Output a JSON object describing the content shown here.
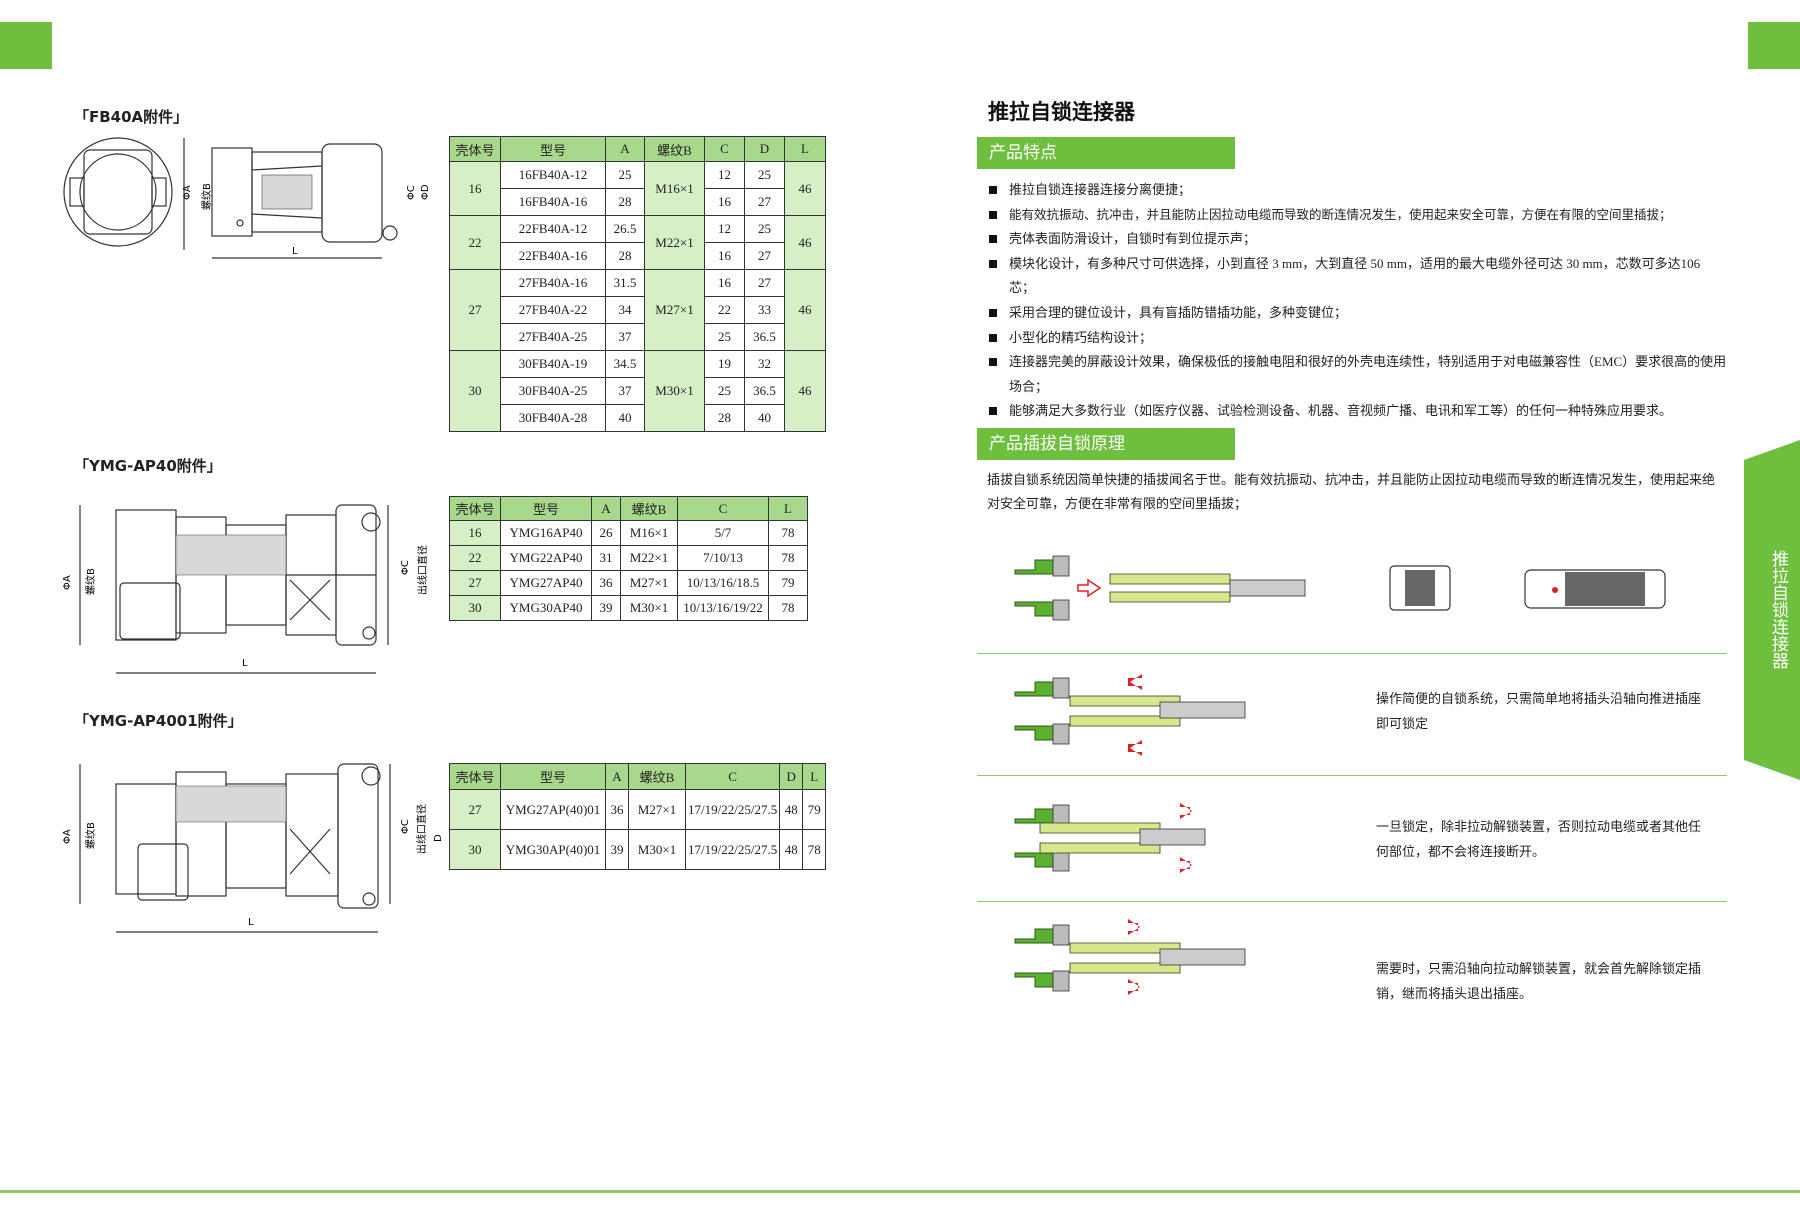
{
  "colors": {
    "accent": "#6fbf3f",
    "header_fill": "#a8d88c",
    "cell_fill": "#d7efc6"
  },
  "left": {
    "sections": [
      {
        "title": "「FB40A附件」",
        "drawing_labels": {
          "phi_a": "ΦA",
          "thread_b": "螺纹B",
          "phi_c": "ΦC",
          "phi_d": "ΦD",
          "l": "L"
        },
        "headers": [
          "壳体号",
          "型号",
          "A",
          "螺纹B",
          "C",
          "D",
          "L"
        ],
        "groups": [
          {
            "shell": "16",
            "thread": "M16×1",
            "l": "46",
            "rows": [
              [
                "16FB40A-12",
                "25",
                "12",
                "25"
              ],
              [
                "16FB40A-16",
                "28",
                "16",
                "27"
              ]
            ]
          },
          {
            "shell": "22",
            "thread": "M22×1",
            "l": "46",
            "rows": [
              [
                "22FB40A-12",
                "26.5",
                "12",
                "25"
              ],
              [
                "22FB40A-16",
                "28",
                "16",
                "27"
              ]
            ]
          },
          {
            "shell": "27",
            "thread": "M27×1",
            "l": "46",
            "rows": [
              [
                "27FB40A-16",
                "31.5",
                "16",
                "27"
              ],
              [
                "27FB40A-22",
                "34",
                "22",
                "33"
              ],
              [
                "27FB40A-25",
                "37",
                "25",
                "36.5"
              ]
            ]
          },
          {
            "shell": "30",
            "thread": "M30×1",
            "l": "46",
            "rows": [
              [
                "30FB40A-19",
                "34.5",
                "19",
                "32"
              ],
              [
                "30FB40A-25",
                "37",
                "25",
                "36.5"
              ],
              [
                "30FB40A-28",
                "40",
                "28",
                "40"
              ]
            ]
          }
        ]
      },
      {
        "title": "「YMG-AP40附件」",
        "drawing_labels": {
          "phi_a": "ΦA",
          "thread_b": "螺纹B",
          "phi_c": "ΦC",
          "outlet": "出线口直径",
          "l": "L"
        },
        "headers": [
          "壳体号",
          "型号",
          "A",
          "螺纹B",
          "C",
          "L"
        ],
        "rows": [
          [
            "16",
            "YMG16AP40",
            "26",
            "M16×1",
            "5/7",
            "78"
          ],
          [
            "22",
            "YMG22AP40",
            "31",
            "M22×1",
            "7/10/13",
            "78"
          ],
          [
            "27",
            "YMG27AP40",
            "36",
            "M27×1",
            "10/13/16/18.5",
            "79"
          ],
          [
            "30",
            "YMG30AP40",
            "39",
            "M30×1",
            "10/13/16/19/22",
            "78"
          ]
        ]
      },
      {
        "title": "「YMG-AP4001附件」",
        "drawing_labels": {
          "phi_a": "ΦA",
          "thread_b": "螺纹B",
          "phi_c": "ΦC",
          "outlet": "出线口直径",
          "d": "D",
          "l": "L"
        },
        "headers": [
          "壳体号",
          "型号",
          "A",
          "螺纹B",
          "C",
          "D",
          "L"
        ],
        "rows": [
          [
            "27",
            "YMG27AP(40)01",
            "36",
            "M27×1",
            "17/19/22/25/27.5",
            "48",
            "79"
          ],
          [
            "30",
            "YMG30AP(40)01",
            "39",
            "M30×1",
            "17/19/22/25/27.5",
            "48",
            "78"
          ]
        ]
      }
    ]
  },
  "right": {
    "page_title": "推拉自锁连接器",
    "features_heading": "产品特点",
    "features": [
      "推拉自锁连接器连接分离便捷；",
      "能有效抗振动、抗冲击，并且能防止因拉动电缆而导致的断连情况发生，使用起来安全可靠，方便在有限的空间里插拔；",
      "壳体表面防滑设计，自锁时有到位提示声；",
      "模块化设计，有多种尺寸可供选择，小到直径 3 mm，大到直径 50 mm，适用的最大电缆外径可达 30 mm，芯数可多达106 芯；",
      "采用合理的键位设计，具有盲插防错插功能，多种变键位；",
      "小型化的精巧结构设计；",
      "连接器完美的屏蔽设计效果，确保极低的接触电阻和很好的外壳电连续性，特别适用于对电磁兼容性（EMC）要求很高的使用场合；",
      "能够满足大多数行业（如医疗仪器、试验检测设备、机器、音视频广播、电讯和军工等）的任何一种特殊应用要求。"
    ],
    "principle_heading": "产品插拔自锁原理",
    "principle_intro": "插拔自锁系统因简单快捷的插拔闻名于世。能有效抗振动、抗冲击，并且能防止因拉动电缆而导致的断连情况发生，使用起来绝对安全可靠，方便在非常有限的空间里插拔；",
    "steps": [
      "操作简便的自锁系统，只需简单地将插头沿轴向推进插座即可锁定",
      "一旦锁定，除非拉动解锁装置，否则拉动电缆或者其他任何部位，都不会将连接断开。",
      "需要时，只需沿轴向拉动解锁装置，就会首先解除锁定插销，继而将插头退出插座。"
    ],
    "side_tab": "推拉自锁连接器"
  }
}
